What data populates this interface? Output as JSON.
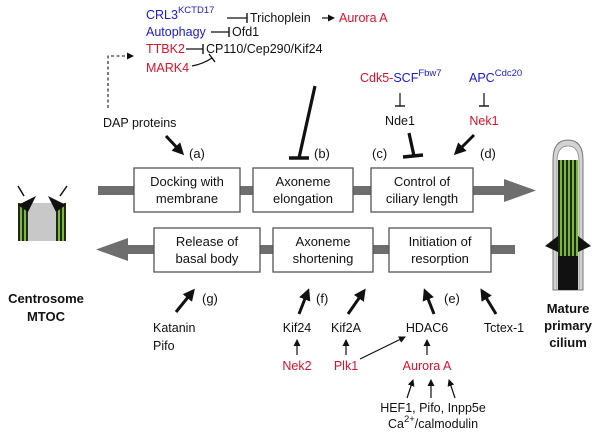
{
  "labels": {
    "crl3": "CRL3",
    "crl3_sup": "KCTD17",
    "trichoplein": "Trichoplein",
    "aurora_a_top": "Aurora A",
    "autophagy": "Autophagy",
    "ofd1": "Ofd1",
    "ttbk2": "TTBK2",
    "cp110": "CP110/Cep290/Kif24",
    "mark4": "MARK4",
    "dap": "DAP proteins",
    "cdk5": "Cdk5-",
    "scf": "SCF",
    "scf_sup": "Fbw7",
    "nde1": "Nde1",
    "apc": "APC",
    "apc_sup": "Cdc20",
    "nek1": "Nek1",
    "a": "(a)",
    "b": "(b)",
    "c": "(c)",
    "d": "(d)",
    "e": "(e)",
    "f": "(f)",
    "g": "(g)",
    "katanin": "Katanin",
    "pifo": "Pifo",
    "kif24": "Kif24",
    "nek2": "Nek2",
    "kif2a": "Kif2A",
    "plk1": "Plk1",
    "hdac6": "HDAC6",
    "aurora_a_bottom": "Aurora A",
    "tctex": "Tctex-1",
    "hef1": "HEF1, Pifo, Inpp5e",
    "ca": "Ca",
    "ca_sup": "2+",
    "calmodulin": "/calmodulin",
    "centrosome": "Centrosome",
    "mtoc": "MTOC",
    "mature": "Mature",
    "primary": "primary",
    "cilium": "cilium"
  },
  "boxes": {
    "docking_1": "Docking with",
    "docking_2": "membrane",
    "axoneme_elong_1": "Axoneme",
    "axoneme_elong_2": "elongation",
    "ciliary_1": "Control of",
    "ciliary_2": "ciliary length",
    "release_1": "Release of",
    "release_2": "basal body",
    "shortening_1": "Axoneme",
    "shortening_2": "shortening",
    "resorption_1": "Initiation of",
    "resorption_2": "resorption"
  },
  "colors": {
    "blue": "#1a1ad6",
    "red": "#e0102a",
    "shaft": "#6e6e6e",
    "green_stripe": "#7bb83a"
  }
}
